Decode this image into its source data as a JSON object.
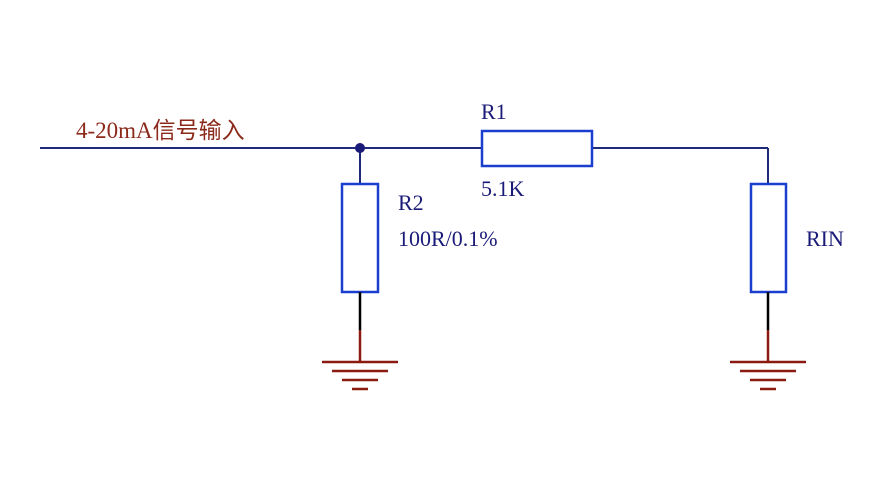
{
  "net": {
    "label": "4-20mA信号输入"
  },
  "components": {
    "r1": {
      "ref": "R1",
      "value": "5.1K"
    },
    "r2": {
      "ref": "R2",
      "value": "100R/0.1%"
    },
    "rin": {
      "ref": "RIN"
    }
  },
  "colors": {
    "wire": "#1f2a7a",
    "resistor": "#1a3fcf",
    "lead": "#000000",
    "ground": "#8b1a10",
    "junction": "#1a1a78",
    "net_label": "#8b2a1a",
    "ref_text": "#1a1a78"
  }
}
